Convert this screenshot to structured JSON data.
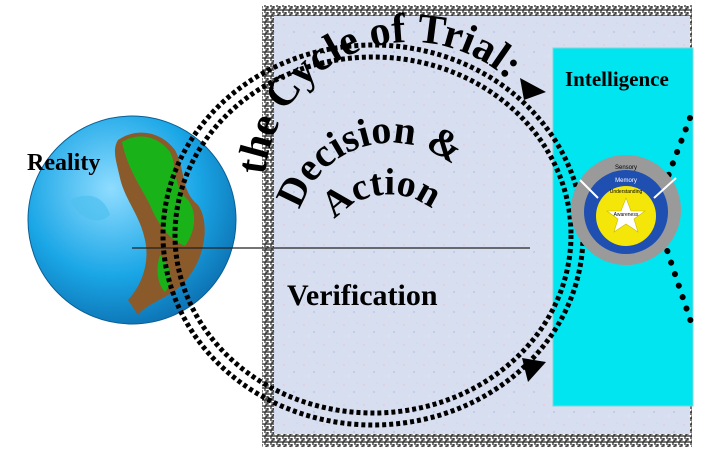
{
  "labels": {
    "reality": "Reality",
    "intelligence": "Intelligence",
    "verification": "Verification",
    "arc_line": "the Cycle of Trial:",
    "decision": "Decision &",
    "action": "Action"
  },
  "rings": {
    "sensory": "Sensory",
    "memory": "Memory",
    "understanding": "Understanding",
    "awareness": "Awareness"
  },
  "colors": {
    "panel_bg": "#d9e2f4",
    "intelligence_bg": "#00e5ef",
    "globe_ocean": "#1aa6e6",
    "land_green": "#19b319",
    "land_brown": "#8a5a2b",
    "ring_gray": "#9a9a9a",
    "ring_blue": "#1f4fb0",
    "ring_yellow": "#f5e60a"
  },
  "icons": {
    "cycle_arrow_top": "arrow-right-icon",
    "cycle_arrow_bottom": "arrow-left-icon"
  }
}
